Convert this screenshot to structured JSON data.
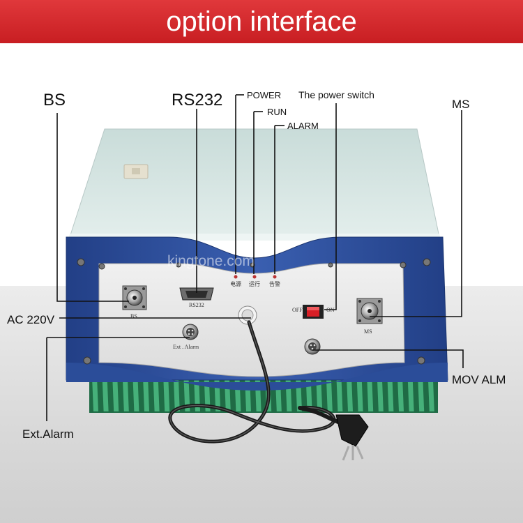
{
  "banner": {
    "title": "option interface"
  },
  "labels": {
    "bs": "BS",
    "rs232": "RS232",
    "power": "POWER",
    "run": "RUN",
    "alarm": "ALARM",
    "power_switch": "The power switch",
    "ms": "MS",
    "ac220": "AC 220V",
    "ext_alarm": "Ext.Alarm",
    "mov_alm": "MOV ALM"
  },
  "panel_print": {
    "bs": "BS",
    "rs232": "RS232",
    "ms": "MS",
    "ext_alarm": "Ext . Alarm",
    "off": "OFF",
    "on": "ON",
    "led1": "电源",
    "led2": "运行",
    "led3": "告警"
  },
  "watermark": "kingtone.com",
  "colors": {
    "banner": "#d2262a",
    "chassis_blue": "#2b4d99",
    "lid": "#d6e4e2",
    "panel": "#e6e6e6",
    "heatsink": "#3aa06a",
    "switch": "#d81f26"
  },
  "icons": [
    "n-connector-icon",
    "db9-connector-icon",
    "circular-connector-icon",
    "power-plug-icon",
    "led-icon",
    "rocker-switch-icon"
  ]
}
